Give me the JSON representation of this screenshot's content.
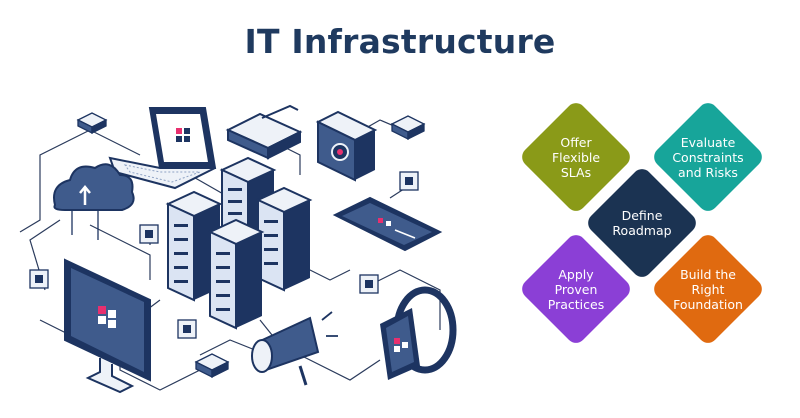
{
  "title": "IT Infrastructure",
  "colors": {
    "title": "#1f3a5f",
    "navy": "#1d3461",
    "offer": "#8a9a18",
    "evaluate": "#17a59a",
    "define": "#1b3352",
    "apply": "#8b3fd6",
    "build": "#e06a10"
  },
  "diamonds": [
    {
      "id": "offer",
      "lines": [
        "Offer",
        "Flexible",
        "SLAs"
      ]
    },
    {
      "id": "evaluate",
      "lines": [
        "Evaluate",
        "Constraints",
        "and Risks"
      ]
    },
    {
      "id": "define",
      "lines": [
        "Define",
        "Roadmap"
      ]
    },
    {
      "id": "apply",
      "lines": [
        "Apply",
        "Proven",
        "Practices"
      ]
    },
    {
      "id": "build",
      "lines": [
        "Build the",
        "Right",
        "Foundation"
      ]
    }
  ],
  "icons": [
    "laptop-icon",
    "cloud-icon",
    "server-rack-icon",
    "monitor-icon",
    "tablet-icon",
    "camera-icon",
    "megaphone-icon",
    "smartwatch-icon",
    "router-icon",
    "network-node-icon"
  ]
}
